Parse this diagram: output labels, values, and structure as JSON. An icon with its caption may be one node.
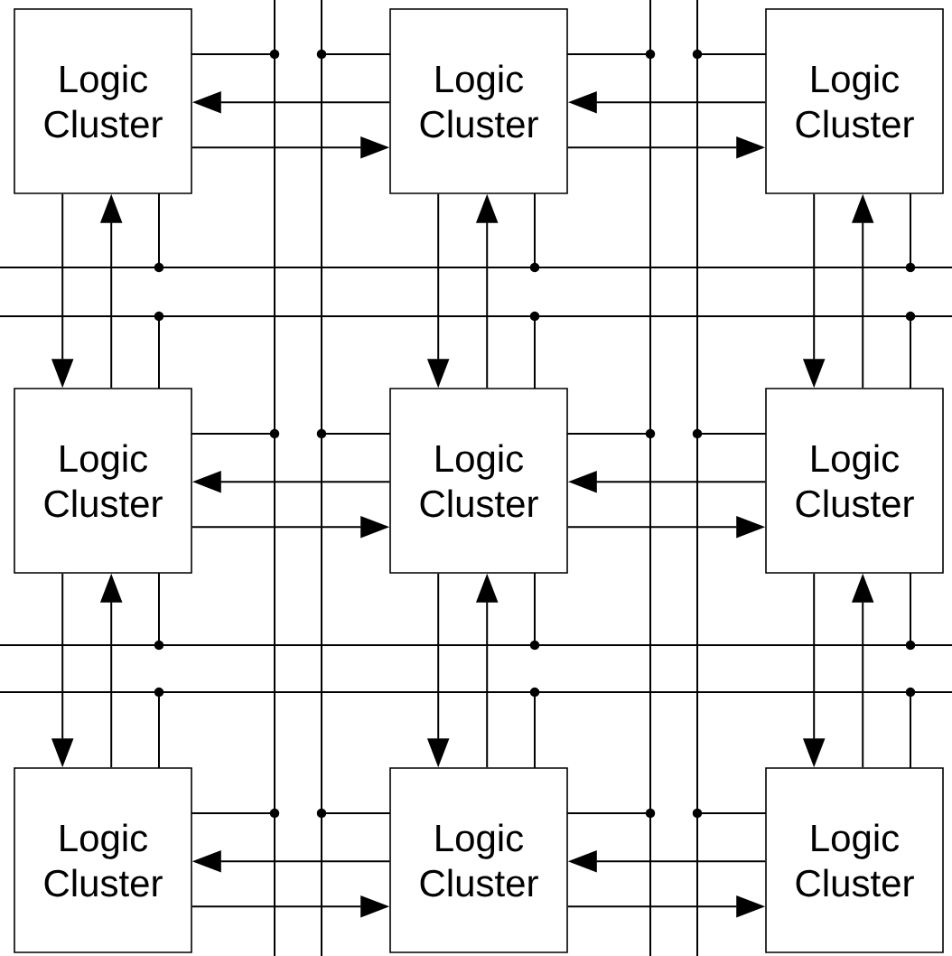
{
  "diagram": {
    "nodes": [
      {
        "text": [
          "Logic Cluster"
        ]
      },
      {
        "text": [
          "Logic Cluster"
        ]
      },
      {
        "text": [
          "Logic Cluster"
        ]
      },
      {
        "text": [
          "Logic Cluster"
        ]
      },
      {
        "text": [
          "Logic Cluster"
        ]
      },
      {
        "text": [
          "Logic Cluster"
        ]
      },
      {
        "text": [
          "Logic Cluster"
        ]
      },
      {
        "text": [
          "Logic Cluster"
        ]
      },
      {
        "text": [
          "Logic Cluster"
        ]
      }
    ],
    "edges": [
      {
        "from": 1,
        "to": 0,
        "arrow": "to"
      },
      {
        "from": 0,
        "to": 1,
        "arrow": "to"
      },
      {
        "from": 2,
        "to": 1,
        "arrow": "to"
      },
      {
        "from": 1,
        "to": 2,
        "arrow": "to"
      },
      {
        "from": 0,
        "to": 3,
        "arrow": "to"
      },
      {
        "from": 3,
        "to": 0,
        "arrow": "to"
      },
      {
        "from": 1,
        "to": 4,
        "arrow": "to"
      },
      {
        "from": 4,
        "to": 1,
        "arrow": "to"
      },
      {
        "from": 2,
        "to": 5,
        "arrow": "to"
      },
      {
        "from": 5,
        "to": 2,
        "arrow": "to"
      },
      {
        "from": 4,
        "to": 3,
        "arrow": "to"
      },
      {
        "from": 3,
        "to": 4,
        "arrow": "to"
      },
      {
        "from": 5,
        "to": 4,
        "arrow": "to"
      },
      {
        "from": 4,
        "to": 5,
        "arrow": "to"
      },
      {
        "from": 3,
        "to": 6,
        "arrow": "to"
      },
      {
        "from": 6,
        "to": 3,
        "arrow": "to"
      },
      {
        "from": 4,
        "to": 7,
        "arrow": "to"
      },
      {
        "from": 7,
        "to": 4,
        "arrow": "to"
      },
      {
        "from": 5,
        "to": 8,
        "arrow": "to"
      },
      {
        "from": 8,
        "to": 5,
        "arrow": "to"
      },
      {
        "from": 7,
        "to": 6,
        "arrow": "to"
      },
      {
        "from": 6,
        "to": 7,
        "arrow": "to"
      },
      {
        "from": 8,
        "to": 7,
        "arrow": "to"
      },
      {
        "from": 7,
        "to": 8,
        "arrow": "to"
      }
    ]
  }
}
